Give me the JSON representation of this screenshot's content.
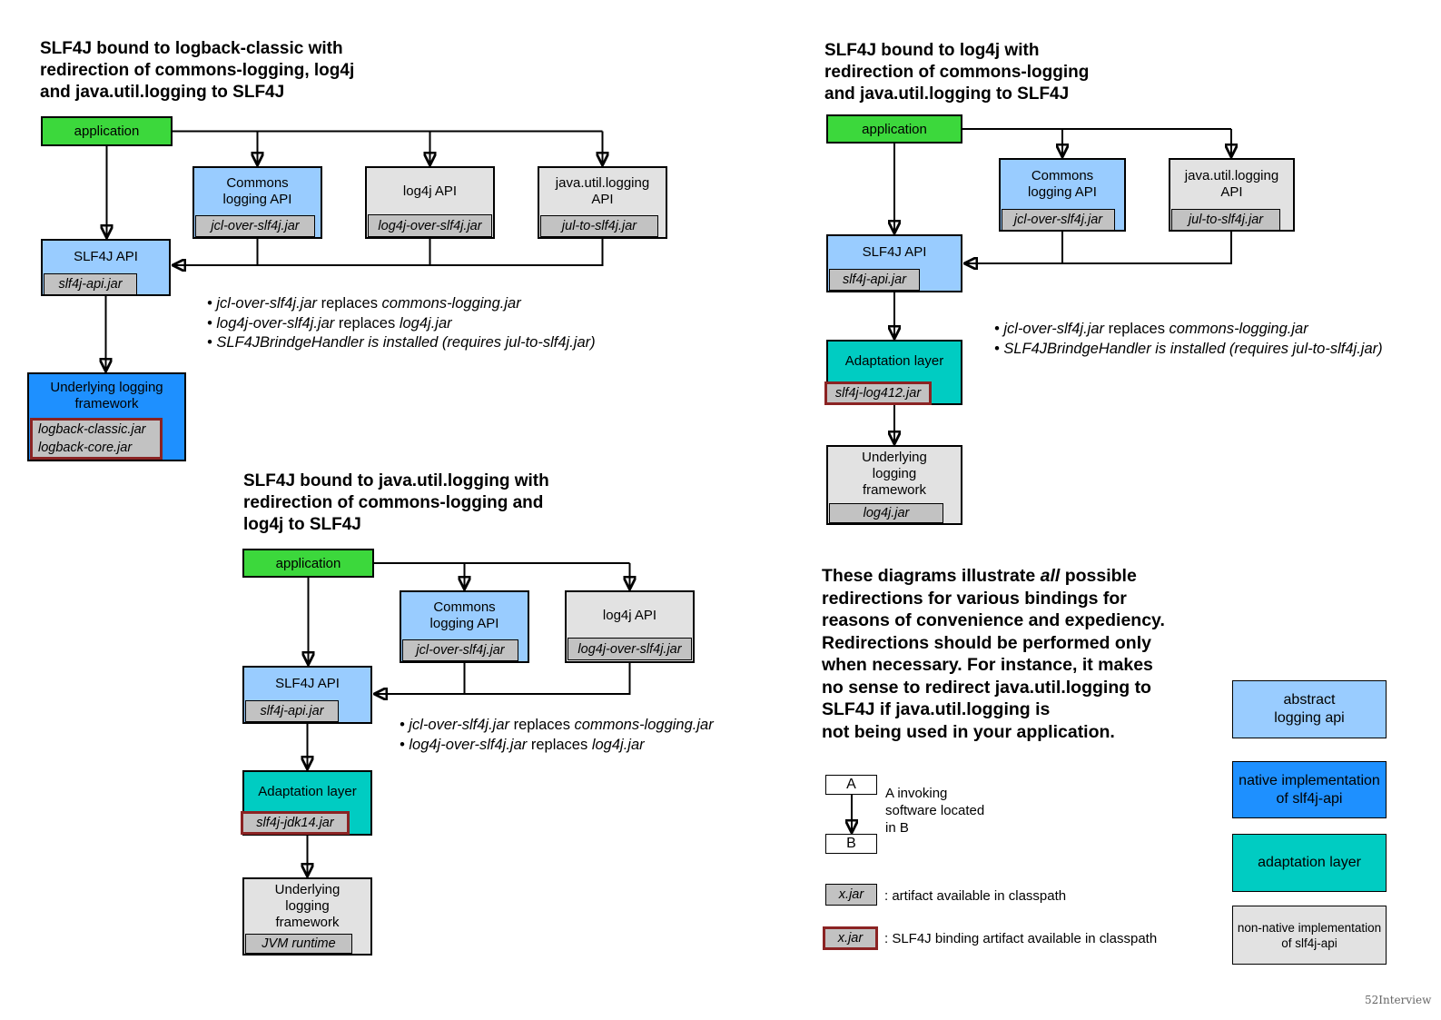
{
  "colors": {
    "application_green": "#3CD83C",
    "abstract_api_blue": "#99CCFF",
    "native_impl_blue": "#1E90FF",
    "adaptation_teal": "#00CCC2",
    "nonnative_gray": "#E2E2E2",
    "jar_chip_gray": "#C2C2C2",
    "binding_border_red": "#8B2323"
  },
  "d1": {
    "title": "SLF4J bound to logback-classic with\nredirection of commons-logging, log4j\nand java.util.logging to SLF4J",
    "app": "application",
    "commons": {
      "label": "Commons\nlogging API",
      "jar": "jcl-over-slf4j.jar"
    },
    "log4j": {
      "label": "log4j API",
      "jar": "log4j-over-slf4j.jar"
    },
    "jul": {
      "label": "java.util.logging\nAPI",
      "jar": "jul-to-slf4j.jar"
    },
    "slf4j": {
      "label": "SLF4J API",
      "jar": "slf4j-api.jar"
    },
    "framework": {
      "label": "Underlying logging\nframework",
      "jar": "logback-classic.jar\nlogback-core.jar"
    },
    "bullets": [
      [
        [
          "• jcl-over-slf4j.jar",
          true
        ],
        [
          " replaces ",
          false
        ],
        [
          "commons-logging.jar",
          true
        ]
      ],
      [
        [
          "• log4j-over-slf4j.jar",
          true
        ],
        [
          " replaces ",
          false
        ],
        [
          "log4j.jar",
          true
        ]
      ],
      [
        [
          "• SLF4JBrindgeHandler is installed (requires jul-to-slf4j.jar)",
          true
        ]
      ]
    ]
  },
  "d2": {
    "title": "SLF4J bound to log4j with\nredirection of commons-logging\nand java.util.logging to SLF4J",
    "app": "application",
    "commons": {
      "label": "Commons\nlogging API",
      "jar": "jcl-over-slf4j.jar"
    },
    "jul": {
      "label": "java.util.logging\nAPI",
      "jar": "jul-to-slf4j.jar"
    },
    "slf4j": {
      "label": "SLF4J API",
      "jar": "slf4j-api.jar"
    },
    "adaptation": {
      "label": "Adaptation layer",
      "jar": "slf4j-log412.jar"
    },
    "framework": {
      "label": "Underlying\nlogging\nframework",
      "jar": "log4j.jar"
    },
    "bullets": [
      [
        [
          "• jcl-over-slf4j.jar",
          true
        ],
        [
          " replaces ",
          false
        ],
        [
          "commons-logging.jar",
          true
        ]
      ],
      [
        [
          "• SLF4JBrindgeHandler is installed (requires jul-to-slf4j.jar)",
          true
        ]
      ]
    ]
  },
  "d3": {
    "title": "SLF4J bound to java.util.logging with\nredirection of commons-logging and\nlog4j to SLF4J",
    "app": "application",
    "commons": {
      "label": "Commons\nlogging API",
      "jar": "jcl-over-slf4j.jar"
    },
    "log4j": {
      "label": "log4j API",
      "jar": "log4j-over-slf4j.jar"
    },
    "slf4j": {
      "label": "SLF4J API",
      "jar": "slf4j-api.jar"
    },
    "adaptation": {
      "label": "Adaptation layer",
      "jar": "slf4j-jdk14.jar"
    },
    "framework": {
      "label": "Underlying\nlogging\nframework",
      "jar": "JVM runtime"
    },
    "bullets": [
      [
        [
          "• jcl-over-slf4j.jar",
          true
        ],
        [
          " replaces ",
          false
        ],
        [
          "commons-logging.jar",
          true
        ]
      ],
      [
        [
          "• log4j-over-slf4j.jar",
          true
        ],
        [
          " replaces ",
          false
        ],
        [
          "log4j.jar",
          true
        ]
      ]
    ]
  },
  "info_paragraph": [
    [
      [
        "These diagrams illustrate ",
        false
      ],
      [
        "all",
        true
      ],
      [
        " possible\nredirections for various bindings for\nreasons of convenience and expediency.\nRedirections should be performed only\nwhen necessary. For instance, it makes\nno sense to redirect java.util.logging to\nSLF4J if java.util.logging is\nnot being used in your application.",
        false
      ]
    ]
  ],
  "legend": {
    "box_a": "A",
    "box_b": "B",
    "invoke_note": "A invoking\nsoftware located\nin B",
    "jar_chip": "x.jar",
    "artifact_note": ": artifact available in classpath",
    "binding_note": ": SLF4J binding artifact available in classpath",
    "types": [
      {
        "label": "abstract\nlogging api"
      },
      {
        "label": "native implementation\nof slf4j-api"
      },
      {
        "label": "adaptation layer"
      },
      {
        "label": "non-native implementation\nof slf4j-api"
      }
    ]
  },
  "watermark": "52Interview"
}
